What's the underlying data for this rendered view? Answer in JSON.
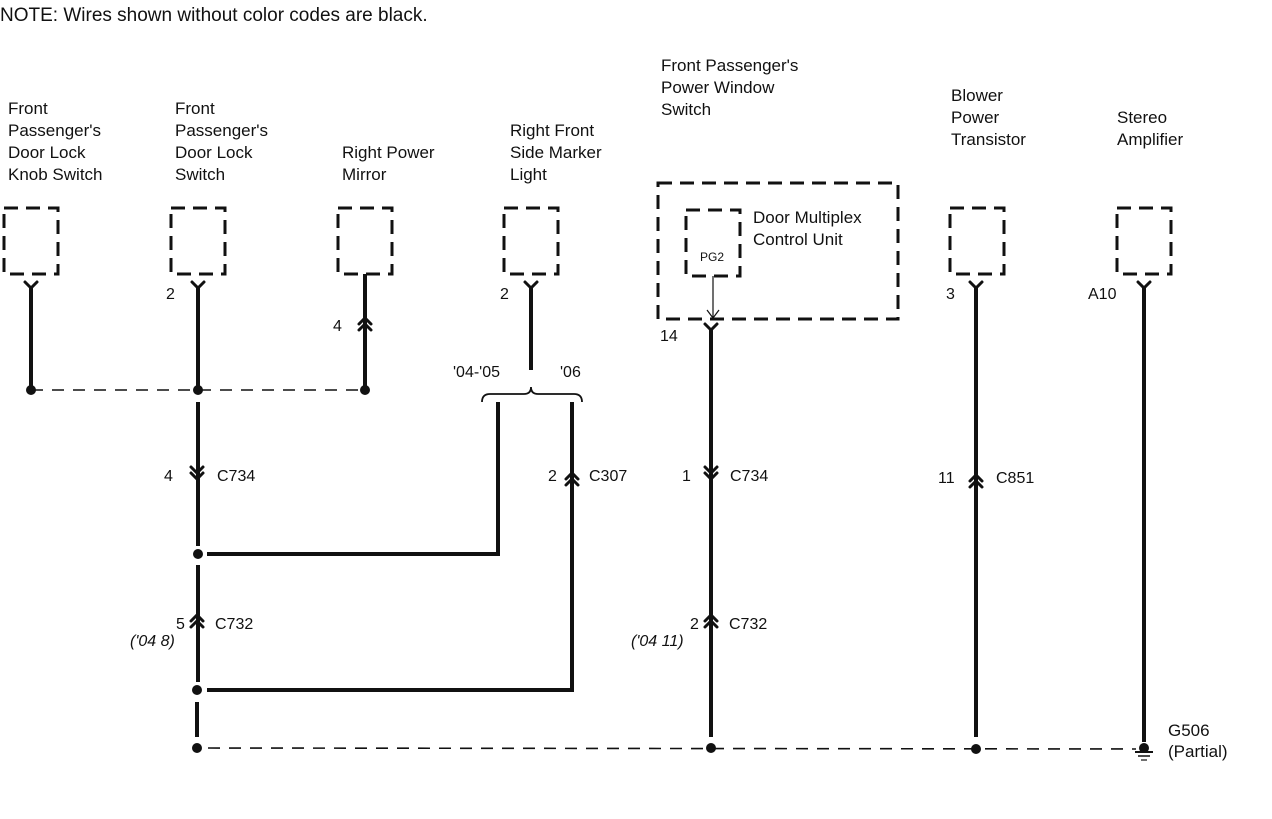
{
  "note": "NOTE: Wires shown without color codes are black.",
  "components": [
    {
      "id": "knob-switch",
      "lines": [
        "Front",
        "Passenger's",
        "Door Lock",
        "Knob Switch"
      ],
      "pin": ""
    },
    {
      "id": "door-lock-switch",
      "lines": [
        "Front",
        "Passenger's",
        "Door Lock",
        "Switch"
      ],
      "pin": "2"
    },
    {
      "id": "power-mirror",
      "lines": [
        "Right Power",
        "Mirror"
      ],
      "pin": "4"
    },
    {
      "id": "side-marker",
      "lines": [
        "Right Front",
        "Side Marker",
        "Light"
      ],
      "pin": "2"
    },
    {
      "id": "window-switch",
      "lines": [
        "Front Passenger's",
        "Power Window",
        "Switch"
      ],
      "pin": "14"
    },
    {
      "id": "blower-transistor",
      "lines": [
        "Blower",
        "Power",
        "Transistor"
      ],
      "pin": "3"
    },
    {
      "id": "stereo-amplifier",
      "lines": [
        "Stereo",
        "Amplifier"
      ],
      "pin": "A10"
    }
  ],
  "multiplex": {
    "lines": [
      "Door Multiplex",
      "Control Unit"
    ],
    "terminal": "PG2"
  },
  "branch": {
    "left": "'04-'05",
    "right": "'06"
  },
  "connectors": [
    {
      "id": "c734-left",
      "pin": "4",
      "name": "C734"
    },
    {
      "id": "c307",
      "pin": "2",
      "name": "C307"
    },
    {
      "id": "c734-right",
      "pin": "1",
      "name": "C734"
    },
    {
      "id": "c851",
      "pin": "11",
      "name": "C851"
    },
    {
      "id": "c732-left",
      "pin": "5",
      "name": "C732",
      "note": "('04 8)"
    },
    {
      "id": "c732-right",
      "pin": "2",
      "name": "C732",
      "note": "('04 11)"
    }
  ],
  "ground": {
    "name": "G506",
    "note": "(Partial)"
  }
}
